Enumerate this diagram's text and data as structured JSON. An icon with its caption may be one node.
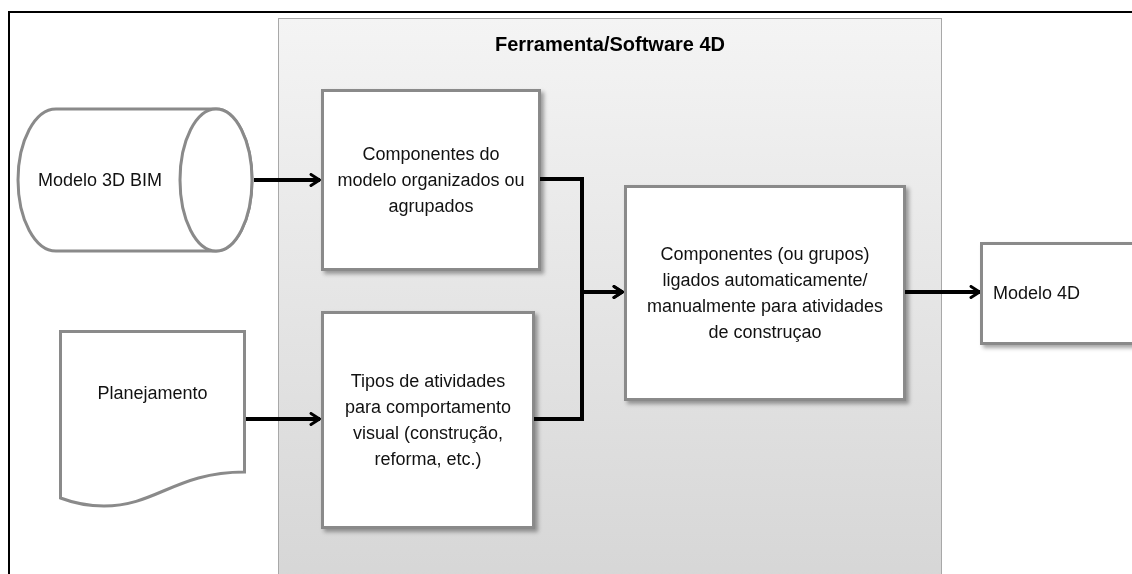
{
  "diagram": {
    "nodes": [
      {
        "text": [
          "Modelo 3D BIM"
        ]
      },
      {
        "text": [
          "Ferramenta/Software 4D"
        ]
      },
      {
        "text": [
          "Componentes do modelo organizados ou agrupados"
        ],
        "in": 1
      },
      {
        "text": [
          "Planejamento"
        ]
      },
      {
        "text": [
          "Tipos de atividades para comportamento visual (construção, reforma, etc.)"
        ],
        "in": 1
      },
      {
        "text": [
          "Componentes (ou grupos) ligados automaticamente/ manualmente para atividades de construçao"
        ],
        "in": 1
      },
      {
        "text": [
          "Modelo 4D"
        ]
      }
    ],
    "edges": [
      {
        "from": 0,
        "to": 2,
        "arrow": "to"
      },
      {
        "from": 3,
        "to": 4,
        "arrow": "to"
      },
      {
        "from": 2,
        "to": 5,
        "arrow": "to"
      },
      {
        "from": 4,
        "to": 5,
        "arrow": "to"
      },
      {
        "from": 5,
        "to": 6,
        "arrow": "to"
      }
    ]
  }
}
